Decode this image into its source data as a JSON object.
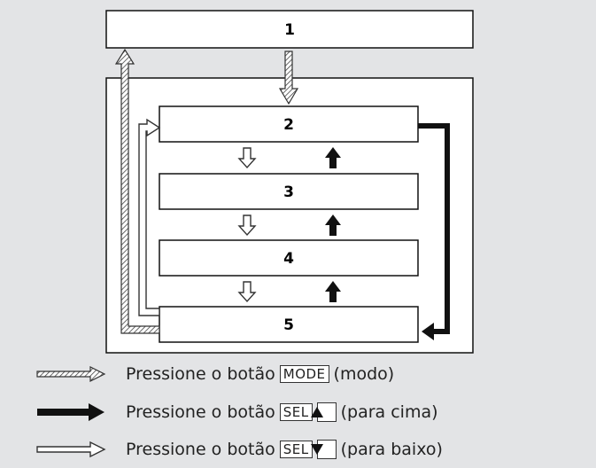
{
  "diagram": {
    "boxes": [
      {
        "id": "box-1",
        "label": "1"
      },
      {
        "id": "box-2",
        "label": "2"
      },
      {
        "id": "box-3",
        "label": "3"
      },
      {
        "id": "box-4",
        "label": "4"
      },
      {
        "id": "box-5",
        "label": "5"
      }
    ]
  },
  "legend": {
    "mode": {
      "text": "Pressione o botão",
      "key": "MODE",
      "hint": "(modo)"
    },
    "up": {
      "text": "Pressione o botão",
      "key": "SEL",
      "hint": "(para cima)"
    },
    "down": {
      "text": "Pressione o botão",
      "key": "SEL",
      "hint": "(para baixo)"
    }
  },
  "colors": {
    "background": "#e3e4e6",
    "box_fill": "#ffffff",
    "line": "#111111"
  },
  "icons": [
    "hatched-arrow-icon",
    "black-arrow-icon",
    "white-arrow-icon",
    "up-triangle-icon",
    "down-triangle-icon"
  ]
}
